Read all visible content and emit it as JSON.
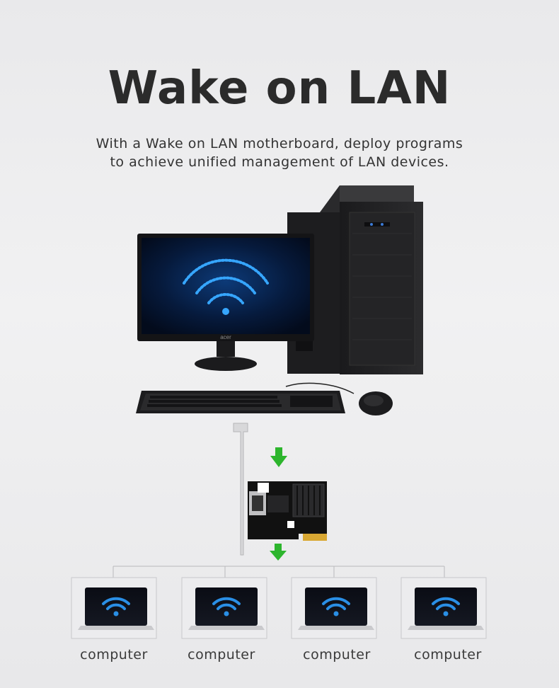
{
  "header": {
    "title": "Wake on LAN",
    "subtitle_line1": "With a Wake on LAN motherboard, deploy programs",
    "subtitle_line2": "to achieve unified management of LAN devices."
  },
  "monitor": {
    "brand": "acer"
  },
  "network": {
    "devices": [
      {
        "label": "computer"
      },
      {
        "label": "computer"
      },
      {
        "label": "computer"
      },
      {
        "label": "computer"
      }
    ]
  },
  "colors": {
    "arrow": "#2db52d",
    "wifi": "#2a8fe6",
    "pcb": "#111111",
    "gold": "#d9a833"
  }
}
